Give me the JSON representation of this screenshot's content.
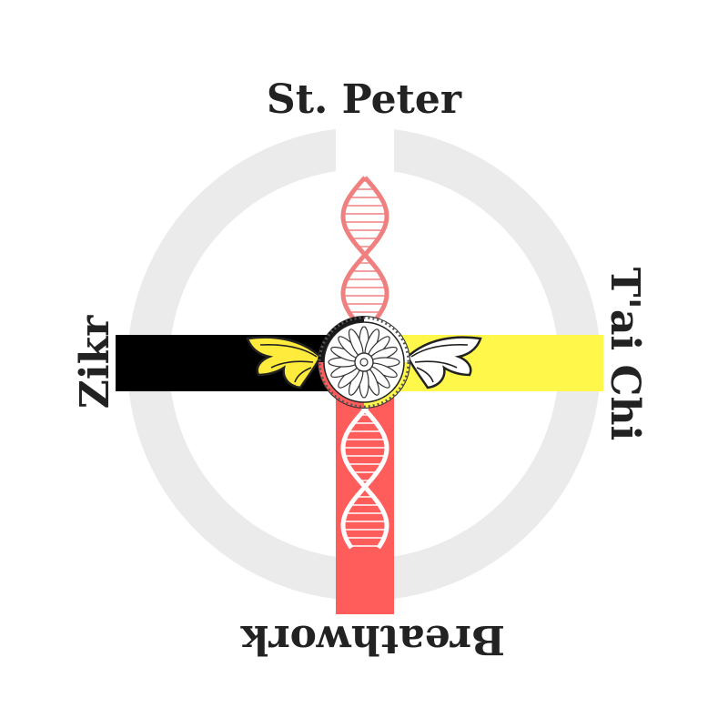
{
  "labels": {
    "top": "St. Peter",
    "right": "T'ai Chi",
    "bottom": "Breathwork",
    "left": "Zikr"
  },
  "colors": {
    "ring": "#ebebeb",
    "arm_top": "#ffffff",
    "arm_bottom": "#ff5c5c",
    "arm_left": "#000000",
    "arm_right": "#fff84a",
    "wing_outline": "#222222",
    "wing_fill_left": "#ffeb3b",
    "wing_fill_right": "#ffffff",
    "dna_top": "#f08080",
    "dna_bottom": "#ffffff",
    "text": "#222222"
  },
  "icons": {
    "center": "medicine-wheel-flower-icon",
    "wings": "wing-icon",
    "strand": "dna-helix-icon"
  }
}
